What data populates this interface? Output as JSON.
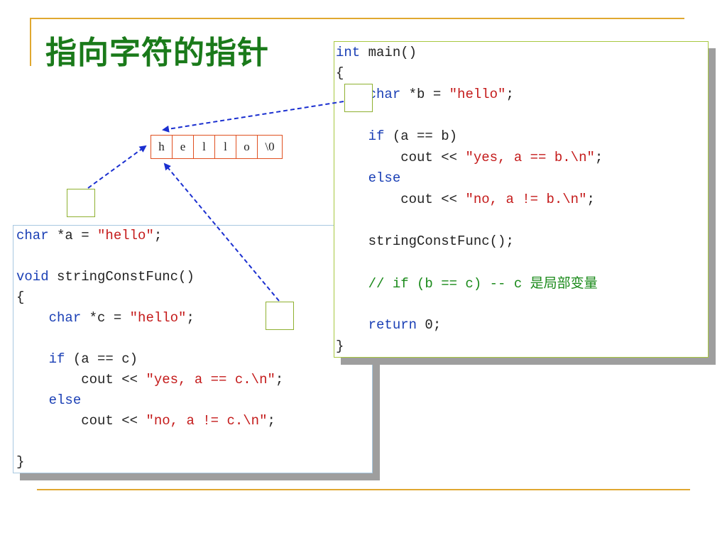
{
  "slide": {
    "title": "指向字符的指针"
  },
  "string_cells": [
    "h",
    "e",
    "l",
    "l",
    "o",
    "\\0"
  ],
  "left_code": {
    "line1": {
      "kw": "char",
      "rest": " *a = ",
      "str": "\"hello\"",
      "end": ";"
    },
    "line3": {
      "kw": "void",
      "rest": " stringConstFunc()"
    },
    "line4": "{",
    "line5": {
      "indent": "    ",
      "kw": "char",
      "rest": " *c = ",
      "str": "\"hello\"",
      "end": ";"
    },
    "line7": {
      "indent": "    ",
      "kw": "if",
      "rest": " (a == c)"
    },
    "line8": {
      "indent": "        ",
      "rest": "cout << ",
      "str": "\"yes, a == c.\\n\"",
      "end": ";"
    },
    "line9": {
      "indent": "    ",
      "kw": "else"
    },
    "line10": {
      "indent": "        ",
      "rest": "cout << ",
      "str": "\"no, a != c.\\n\"",
      "end": ";"
    },
    "line12": "}"
  },
  "right_code": {
    "line1": {
      "kw": "int",
      "rest": " main()"
    },
    "line2": "{",
    "line3": {
      "indent": "    ",
      "kw": "char",
      "rest": " *b = ",
      "str": "\"hello\"",
      "end": ";"
    },
    "line5": {
      "indent": "    ",
      "kw": "if",
      "rest": " (a == b)"
    },
    "line6": {
      "indent": "        ",
      "rest": "cout << ",
      "str": "\"yes, a == b.\\n\"",
      "end": ";"
    },
    "line7": {
      "indent": "    ",
      "kw": "else"
    },
    "line8": {
      "indent": "        ",
      "rest": "cout << ",
      "str": "\"no, a != b.\\n\"",
      "end": ";"
    },
    "line10": {
      "indent": "    ",
      "rest": "stringConstFunc();"
    },
    "line12": {
      "indent": "    ",
      "cmt": "// if (b == c) -- c ",
      "cjk": "是局部变量"
    },
    "line14": {
      "indent": "    ",
      "kw": "return",
      "rest": " 0;"
    },
    "line15": "}"
  },
  "colors": {
    "accent_line": "#e0a830",
    "title": "#1a7a1a",
    "keyword": "#1a3fb5",
    "string": "#c41a1a",
    "comment": "#1a8a1a",
    "arrow": "#1a2fd0"
  }
}
